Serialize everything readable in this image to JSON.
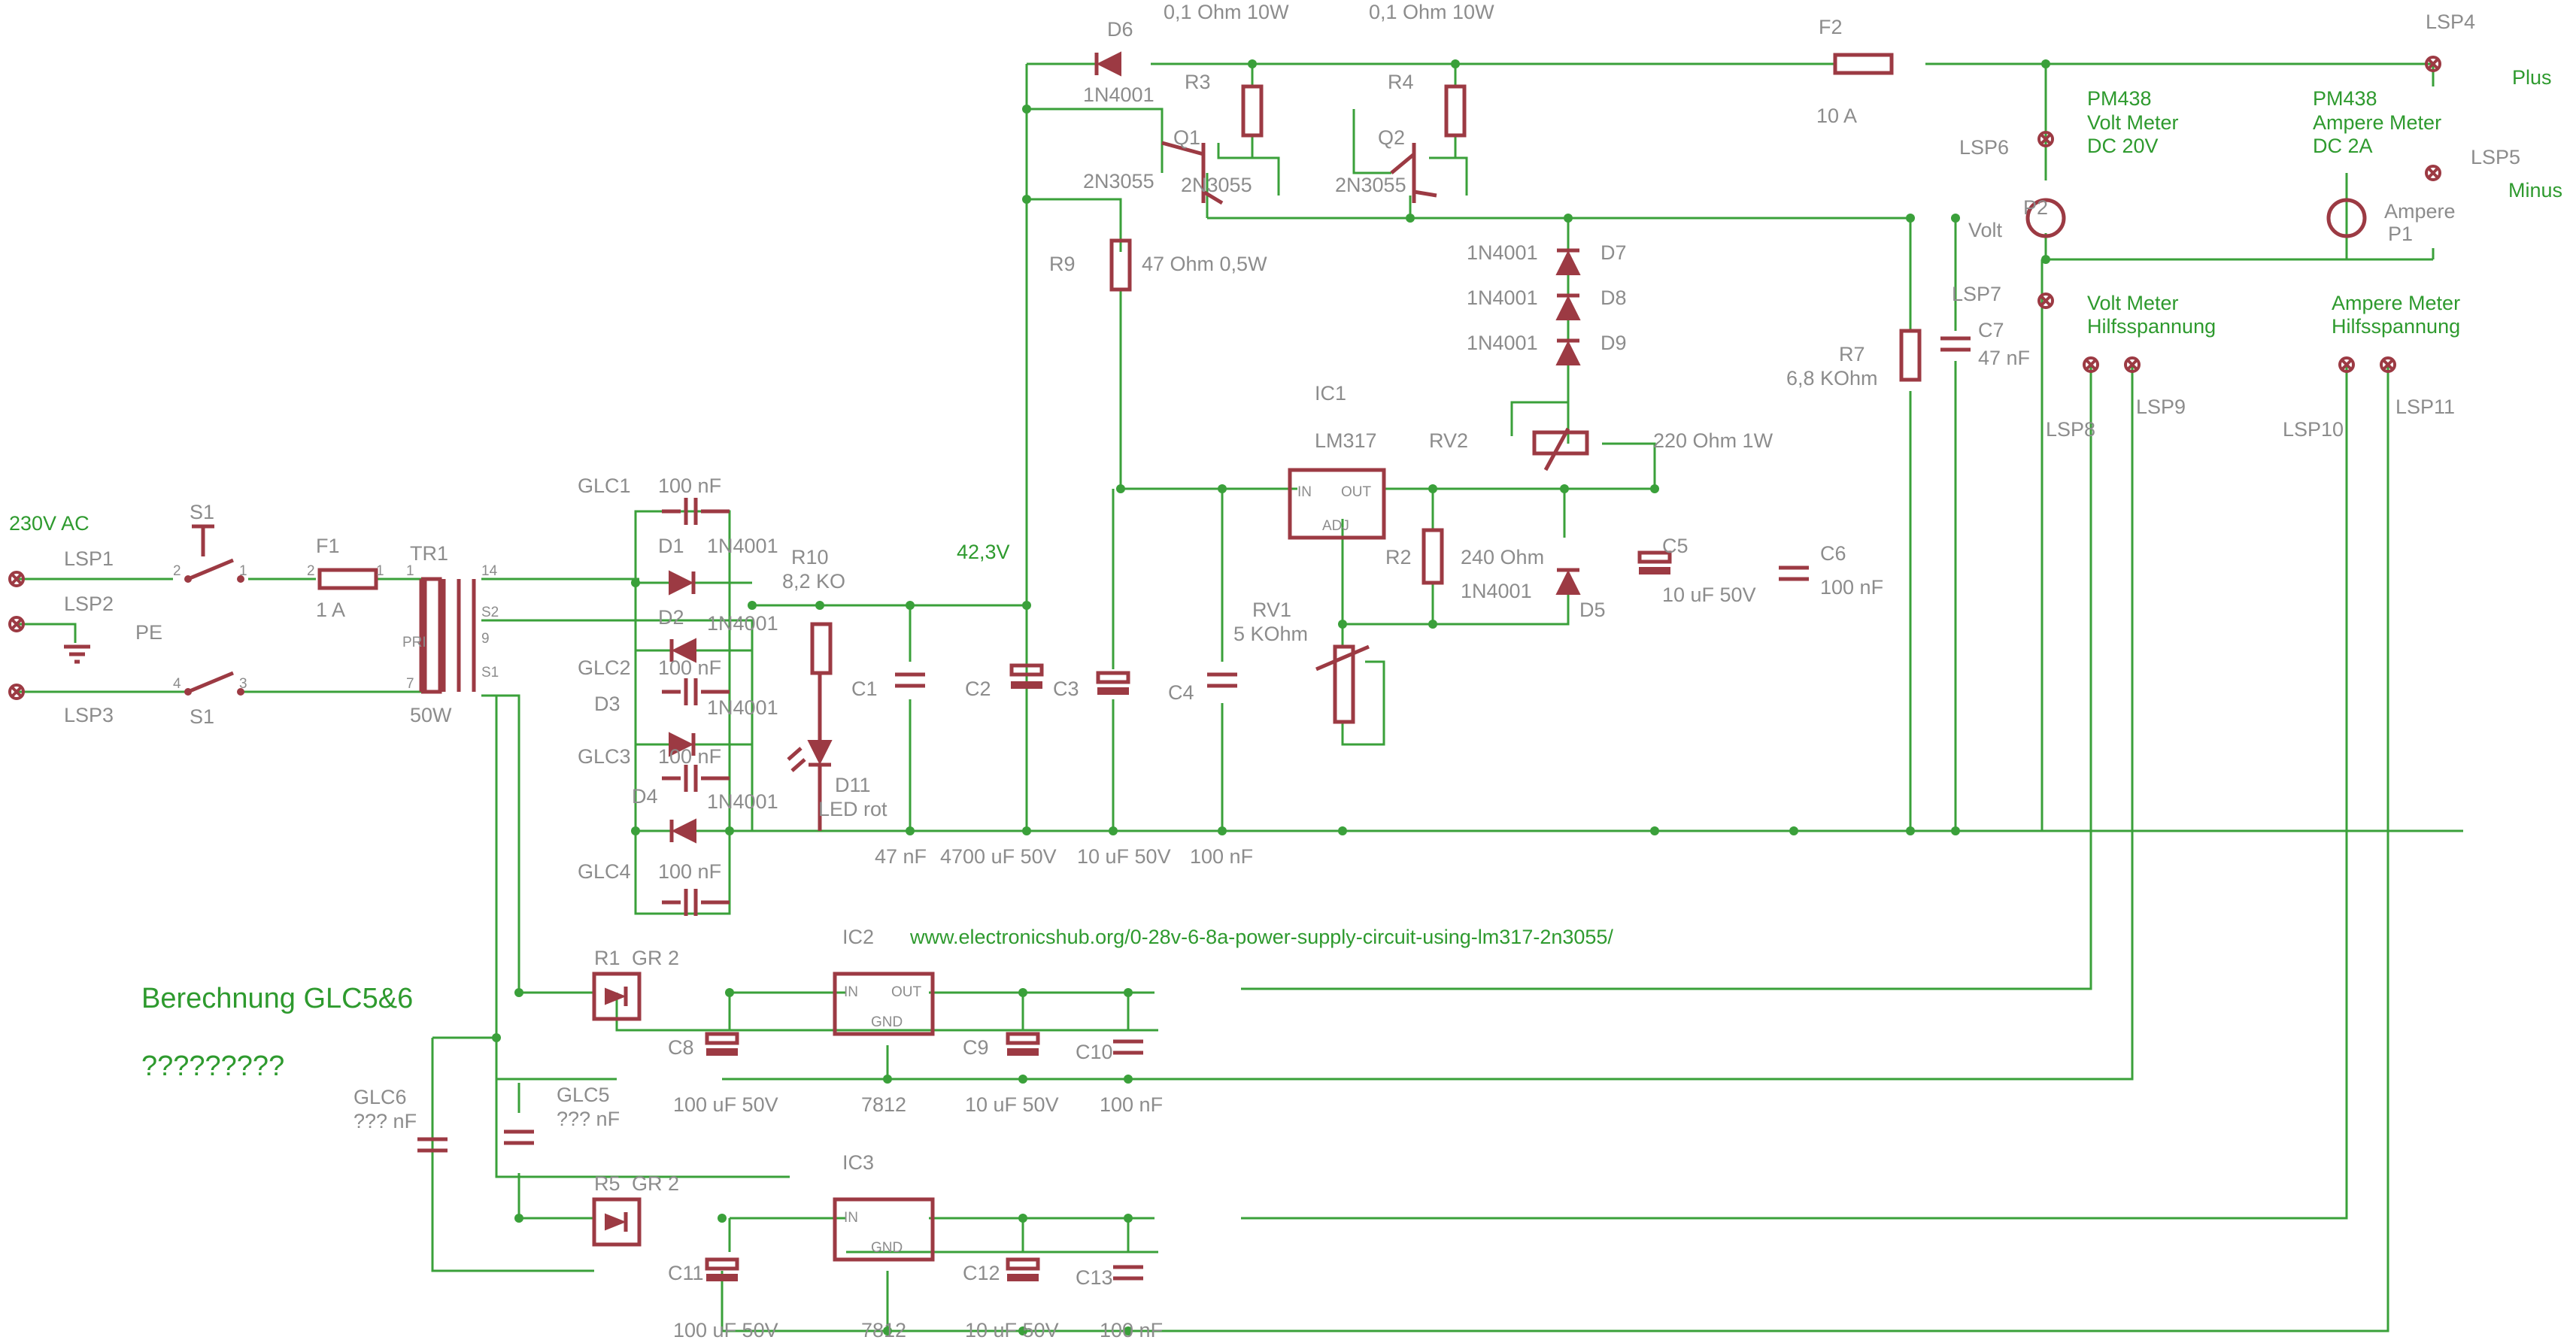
{
  "labels": {
    "mains": "230V AC",
    "lsp1": "LSP1",
    "lsp2": "LSP2",
    "lsp3": "LSP3",
    "lsp4": "LSP4",
    "lsp5": "LSP5",
    "lsp6": "LSP6",
    "lsp7": "LSP7",
    "lsp8": "LSP8",
    "lsp9": "LSP9",
    "lsp10": "LSP10",
    "lsp11": "LSP11",
    "pe": "PE",
    "s1a": "S1",
    "s1b": "S1",
    "f1": "F1",
    "f1v": "1 A",
    "tr1": "TR1",
    "tr1v": "50W",
    "pri": "PRI",
    "s1w": "S1",
    "s2w": "S2",
    "f2": "F2",
    "f2v": "10 A",
    "d6": "D6",
    "d6v": "1N4001",
    "r3": "R3",
    "r3v": "0,1 Ohm 10W",
    "r4": "R4",
    "r4v": "0,1 Ohm 10W",
    "q1": "Q1",
    "q1v": "2N3055",
    "q2": "Q2",
    "q2v": "2N3055",
    "q3v": "2N3055",
    "r9": "R9",
    "r9v": "47 Ohm 0,5W",
    "d7": "D7",
    "d8": "D8",
    "d9": "D9",
    "d7v": "1N4001",
    "d8v": "1N4001",
    "d9v": "1N4001",
    "ic1": "IC1",
    "ic1v": "LM317",
    "in": "IN",
    "out": "OUT",
    "adj": "ADJ",
    "rv2": "RV2",
    "rv2v": "220 Ohm 1W",
    "r2": "R2",
    "r2v": "240 Ohm",
    "d5": "D5",
    "d5v": "1N4001",
    "c5": "C5",
    "c5v": "10 uF 50V",
    "c6": "C6",
    "c6v": "100 nF",
    "rv1": "RV1",
    "rv1v": "5 KOhm",
    "r7": "R7",
    "r7v": "6,8 KOhm",
    "c7": "C7",
    "c7v": "47 nF",
    "p2": "P2",
    "p2v": "Volt",
    "p1": "P1",
    "p1v": "Ampere",
    "pm1": "PM438",
    "pm1b": "Volt Meter",
    "pm1c": "DC 20V",
    "pm2": "PM438",
    "pm2b": "Ampere Meter",
    "pm2c": "DC 2A",
    "plus": "Plus",
    "minus": "Minus",
    "vmh1": "Volt Meter",
    "vmh2": "Hilfsspannung",
    "amh1": "Ampere Meter",
    "amh2": "Hilfsspannung",
    "glc1": "GLC1",
    "glc1v": "100 nF",
    "glc2": "GLC2",
    "glc2v": "100 nF",
    "glc3": "GLC3",
    "glc3v": "100 nF",
    "glc4": "GLC4",
    "glc4v": "100 nF",
    "d1": "D1",
    "d1v": "1N4001",
    "d2": "D2",
    "d2v": "1N4001",
    "d3": "D3",
    "d3v": "1N4001",
    "d4": "D4",
    "d4v": "1N4001",
    "r10": "R10",
    "r10v": "8,2 KO",
    "d11": "D11",
    "d11v": "LED rot",
    "v423": "42,3V",
    "c1": "C1",
    "c1v": "47 nF",
    "c2": "C2",
    "c2v": "4700 uF 50V",
    "c3": "C3",
    "c3v": "10 uF 50V",
    "c4": "C4",
    "c4v": "100 nF",
    "r1": "R1",
    "r1v": "GR 2",
    "r5": "R5",
    "r5v": "GR 2",
    "ic2": "IC2",
    "ic2v": "7812",
    "ic3": "IC3",
    "ic3v": "7812",
    "gnd": "GND",
    "c8": "C8",
    "c8v": "100 uF 50V",
    "c9": "C9",
    "c9v": "10 uF 50V",
    "c10": "C10",
    "c10v": "100 nF",
    "c11": "C11",
    "c11v": "100 uF 50V",
    "c12": "C12",
    "c12v": "10 uF 50V",
    "c13": "C13",
    "c13v": "100 nF",
    "glc5": "GLC5",
    "glc5v": "??? nF",
    "glc6": "GLC6",
    "glc6v": "??? nF",
    "url": "www.electronicshub.org/0-28v-6-8a-power-supply-circuit-using-lm317-2n3055/",
    "calc1": "Berechnung GLC5&6",
    "calc2": "?????????"
  },
  "pins": {
    "n1": "1",
    "n2": "2",
    "n3": "3",
    "n4": "4",
    "n7": "7",
    "n9": "9",
    "n14": "14"
  },
  "colors": {
    "wire": "#3aa03a",
    "part": "#9c3a43",
    "text": "#8c8c8c",
    "net": "#2e9a2e"
  }
}
